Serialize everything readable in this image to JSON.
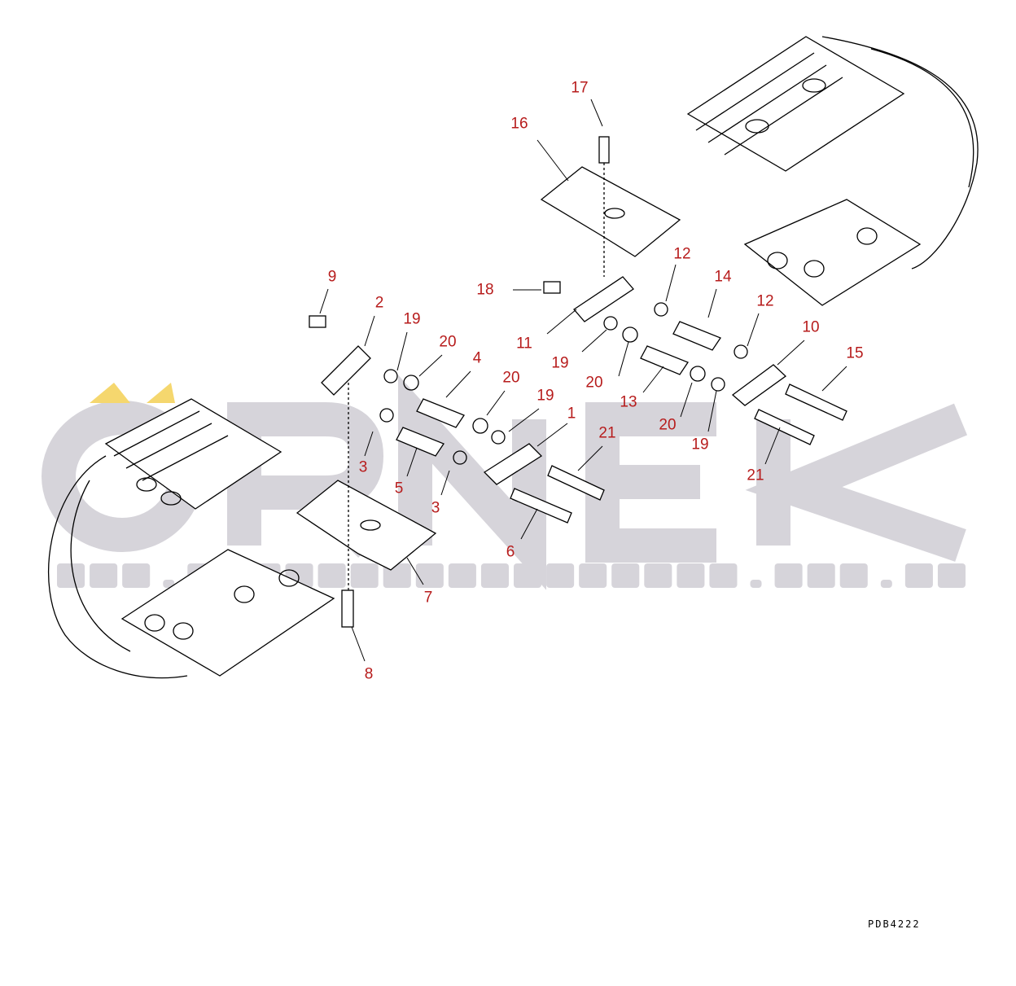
{
  "diagram": {
    "drawing_code": "PDB4222",
    "watermark": {
      "logo": "ÖRNEK",
      "url": "www.ornekismakinalari.com.tr"
    },
    "callouts": [
      "17",
      "16",
      "12",
      "14",
      "12",
      "10",
      "15",
      "9",
      "2",
      "19",
      "20",
      "4",
      "20",
      "19",
      "18",
      "11",
      "19",
      "20",
      "13",
      "20",
      "19",
      "1",
      "21",
      "21",
      "3",
      "5",
      "3",
      "6",
      "7",
      "8"
    ],
    "colors": {
      "callout": "#b71c1c",
      "line": "#000000",
      "watermark": "#d6d4da",
      "accent": "#f5d76e"
    }
  }
}
